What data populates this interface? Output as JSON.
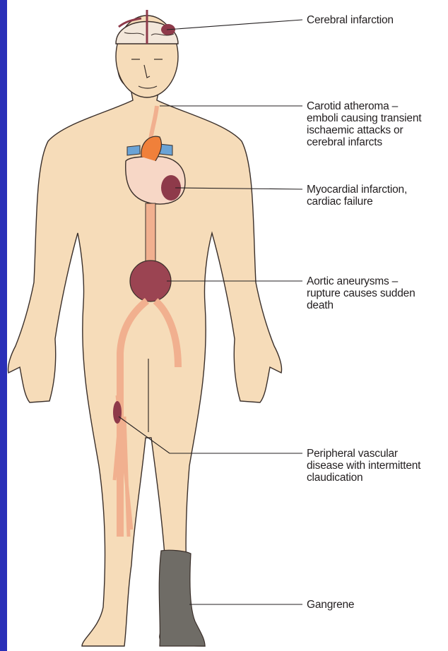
{
  "colors": {
    "frame": "#2a2fb8",
    "skin": "#f6dcb9",
    "outline": "#3a2f2a",
    "artery": "#f1b08f",
    "lesion": "#8e3a4a",
    "vein": "#6aa3d6",
    "gangrene": "#6f6c66"
  },
  "labels": [
    {
      "name": "cerebral-infarction",
      "text": "Cerebral infarction"
    },
    {
      "name": "carotid-atheroma",
      "text": "Carotid atheroma –\nemboli causing transient\nischaemic attacks or\ncerebral infarcts"
    },
    {
      "name": "myocardial-infarction",
      "text": "Myocardial infarction,\ncardiac failure"
    },
    {
      "name": "aortic-aneurysms",
      "text": "Aortic aneurysms –\nrupture causes sudden\ndeath"
    },
    {
      "name": "peripheral-vascular-disease",
      "text": "Peripheral vascular\ndisease with intermittent\nclaudication"
    },
    {
      "name": "gangrene",
      "text": "Gangrene"
    }
  ]
}
